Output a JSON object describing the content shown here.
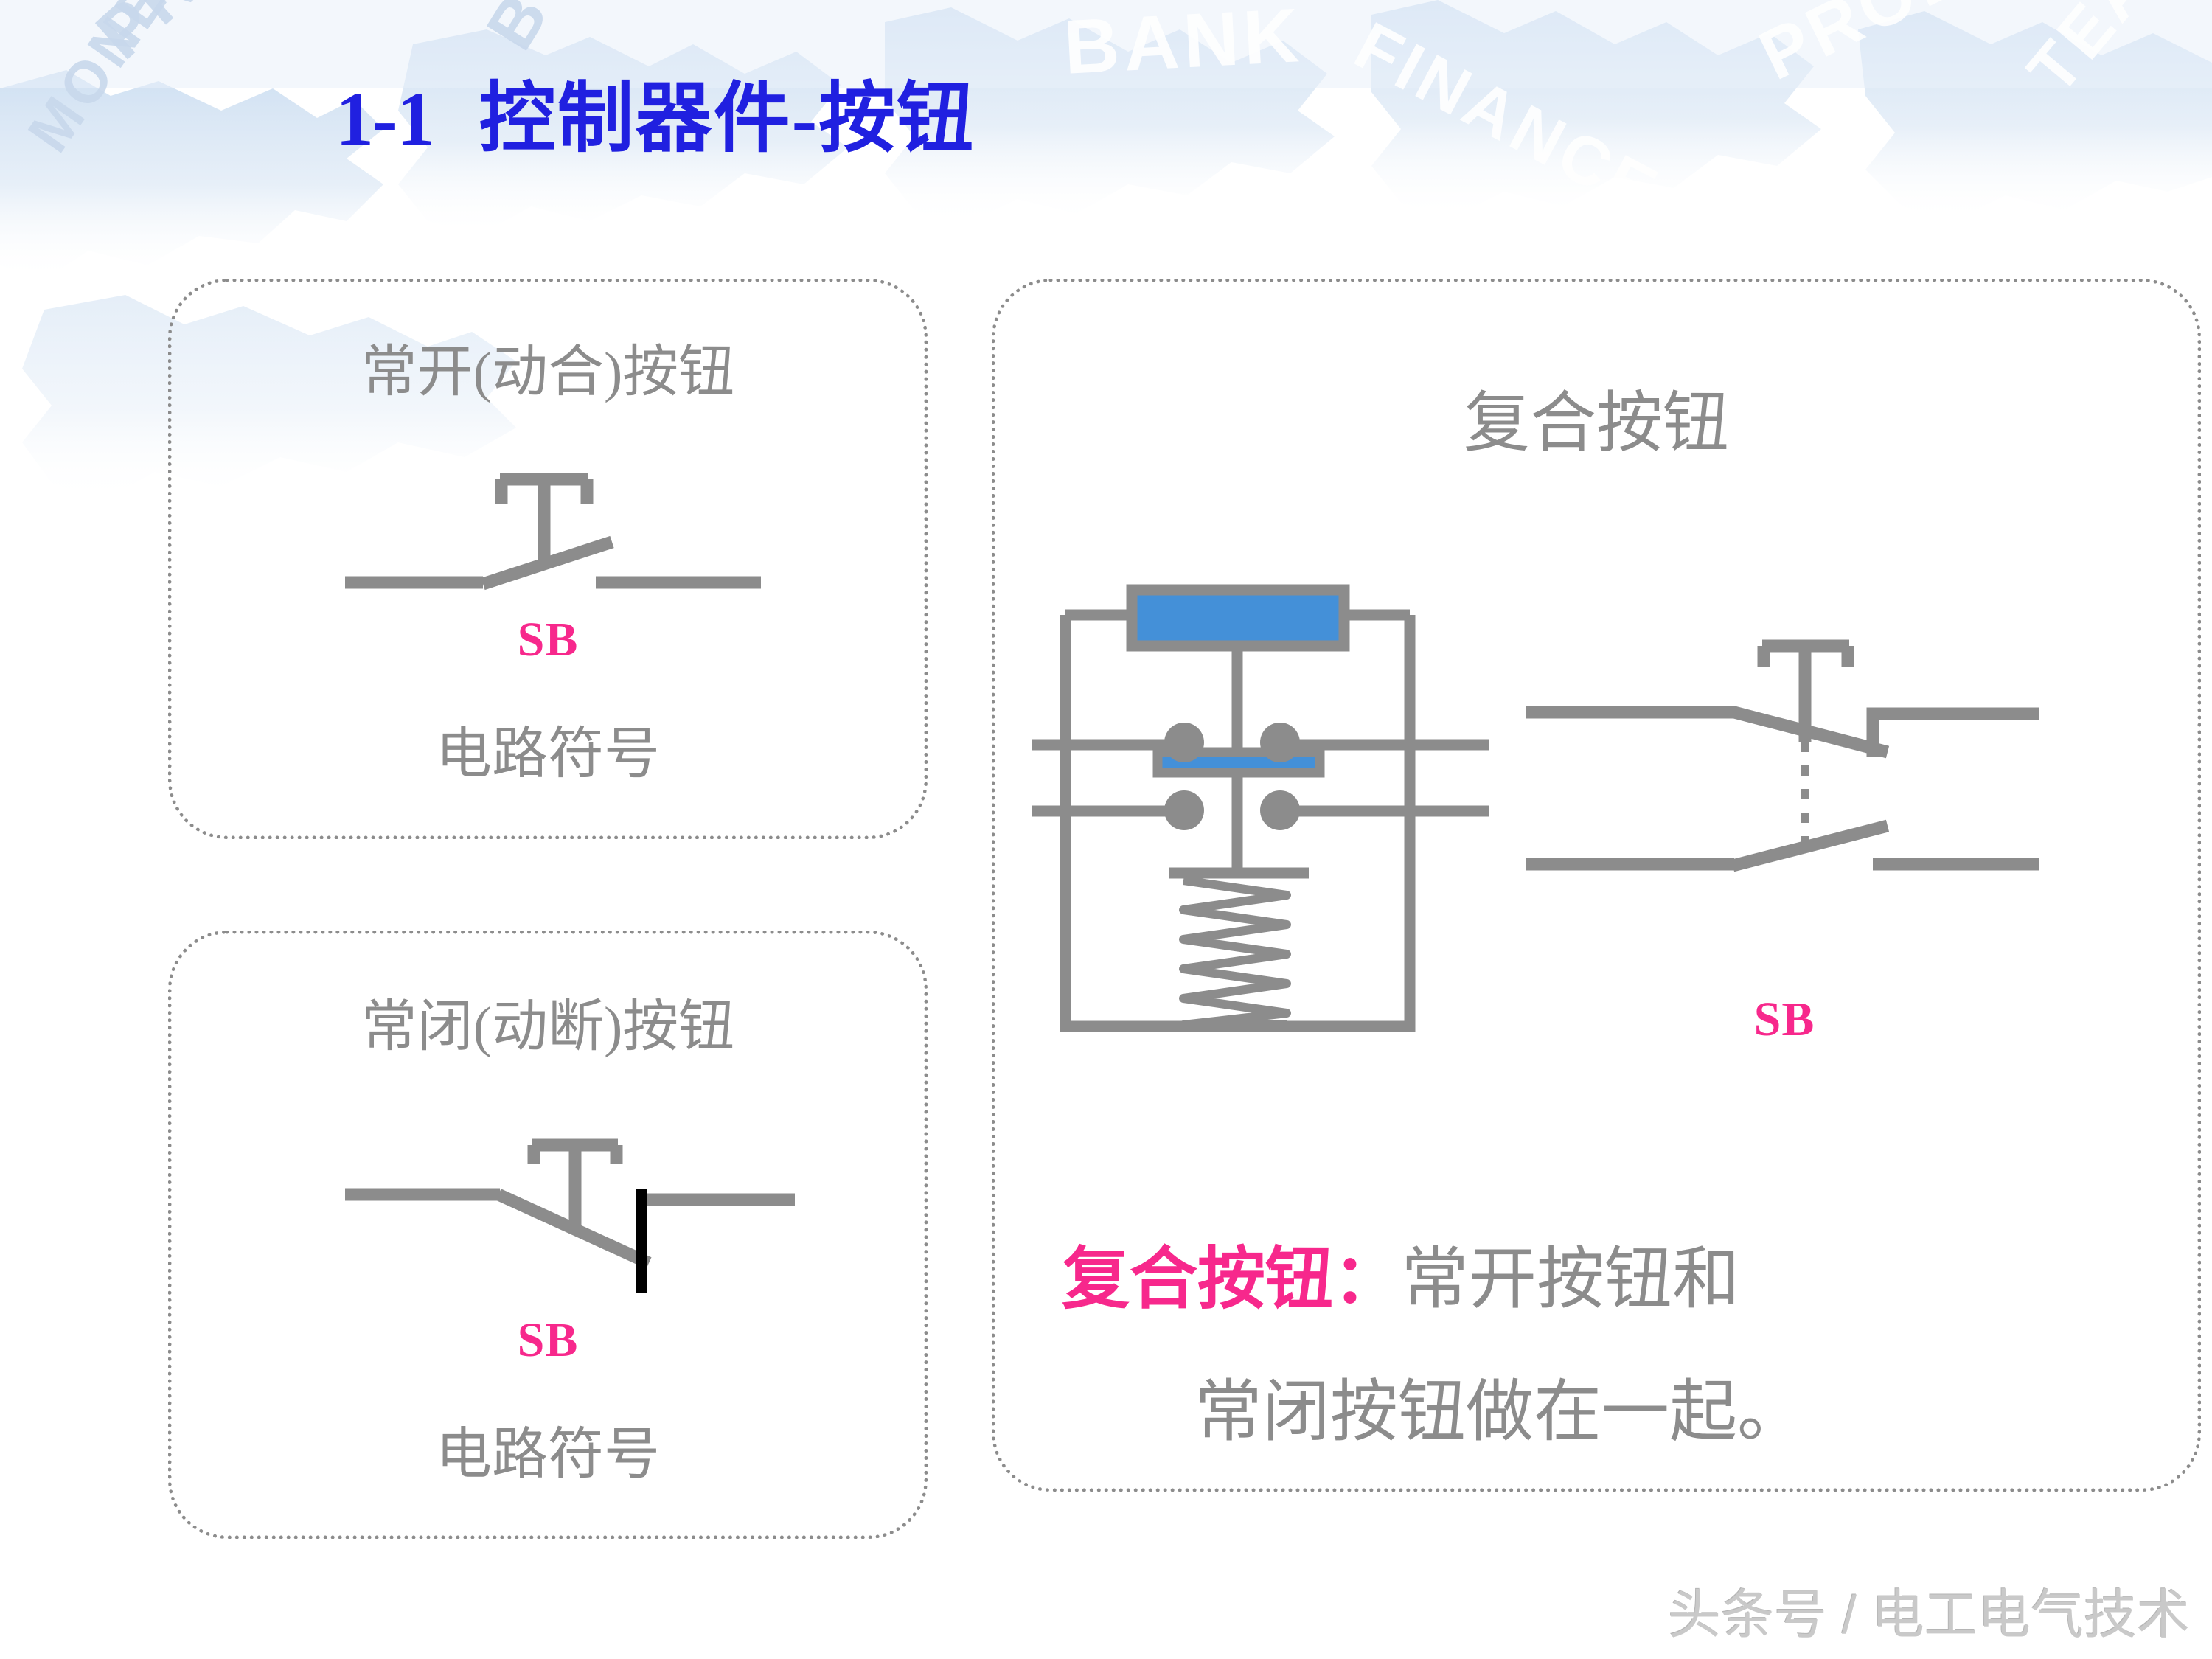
{
  "slide": {
    "title_number": "1-1",
    "title_text": "控制器件-按钮",
    "title_color": "#2020e0"
  },
  "colors": {
    "symbol_gray": "#8c8c8c",
    "accent_pink": "#f7288c",
    "button_blue": "#4490d8",
    "contact_black": "#000000",
    "border_gray": "#8c8c8c"
  },
  "cards": {
    "normally_open": {
      "title": "常开(动合)按钮",
      "symbol_label": "SB",
      "caption": "电路符号",
      "symbol_name": "normally-open-pushbutton-symbol"
    },
    "normally_closed": {
      "title": "常闭(动断)按钮",
      "symbol_label": "SB",
      "caption": "电路符号",
      "symbol_name": "normally-closed-pushbutton-symbol"
    },
    "compound": {
      "title": "复合按钮",
      "symbol_label": "SB",
      "description_line1_highlight": "复合按钮：",
      "description_line1_rest": "常开按钮和",
      "description_line2": "常闭按钮做在一起。",
      "mechanism_name": "compound-pushbutton-mechanism",
      "symbol_name": "compound-pushbutton-symbol"
    }
  },
  "background": {
    "words": [
      "PROFIT",
      "MONEY",
      "BUSINESS",
      "BANK",
      "FINANCE",
      "PRODUCT",
      "TEAM"
    ]
  },
  "watermark": {
    "text": "头条号 / 电工电气技术"
  }
}
